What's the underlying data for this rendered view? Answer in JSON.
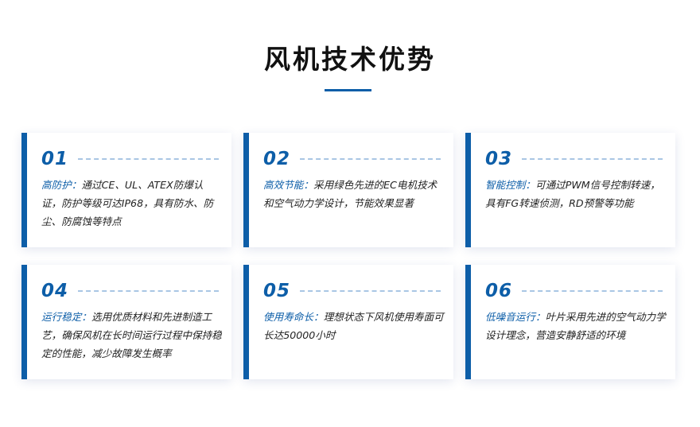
{
  "header": {
    "title": "风机技术优势"
  },
  "cards": [
    {
      "number": "01",
      "label": "高防护：",
      "text": "通过CE、UL、ATEX防爆认证，防护等级可达IP68，具有防水、防尘、防腐蚀等特点"
    },
    {
      "number": "02",
      "label": "高效节能：",
      "text": "采用绿色先进的EC电机技术和空气动力学设计，节能效果显著"
    },
    {
      "number": "03",
      "label": "智能控制：",
      "text": "可通过PWM信号控制转速，具有FG转速侦测，RD预警等功能"
    },
    {
      "number": "04",
      "label": "运行稳定：",
      "text": "选用优质材料和先进制造工艺，确保风机在长时间运行过程中保持稳定的性能，减少故障发生概率"
    },
    {
      "number": "05",
      "label": "使用寿命长：",
      "text": "理想状态下风机使用寿面可长达50000小时"
    },
    {
      "number": "06",
      "label": "低噪音运行：",
      "text": "叶片采用先进的空气动力学设计理念，营造安静舒适的环境"
    }
  ],
  "colors": {
    "accent": "#0d5ea8",
    "dash": "#a9c6e4",
    "text": "#222222"
  }
}
